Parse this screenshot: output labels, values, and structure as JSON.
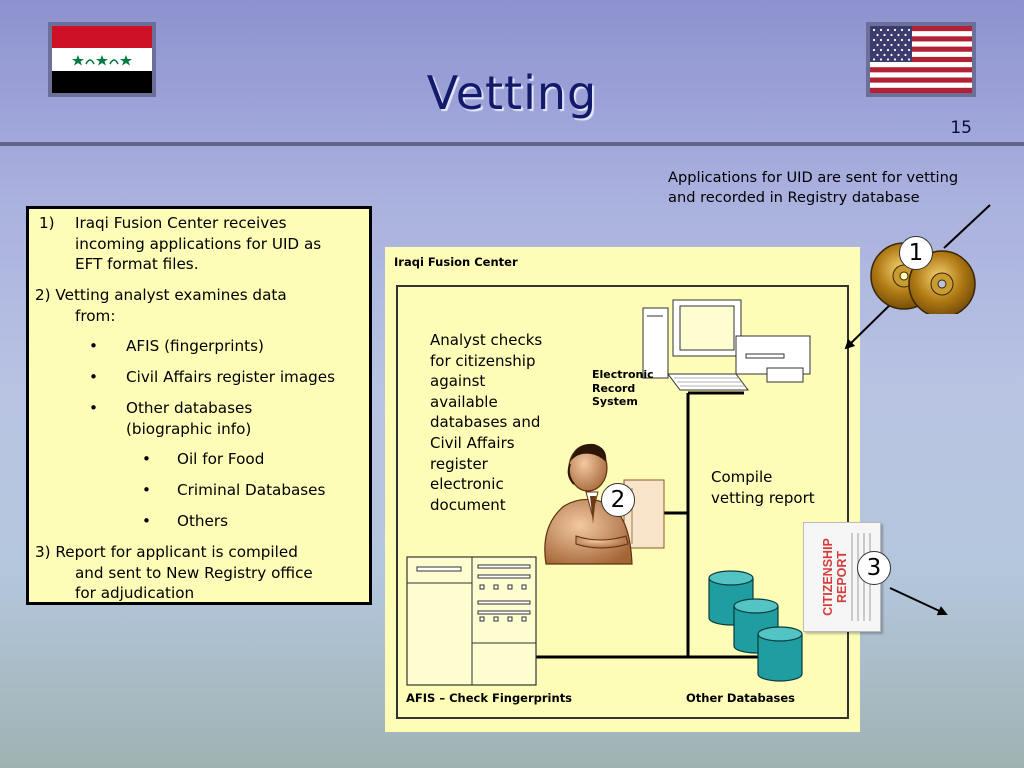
{
  "slide": {
    "title": "Vetting",
    "number": "15"
  },
  "note_top": {
    "lines": [
      "Applications for UID are sent for vetting",
      "and recorded in Registry database"
    ]
  },
  "steps": {
    "s1_marker": "1)",
    "s1_lines": [
      "Iraqi Fusion Center receives",
      "incoming applications for UID as",
      "EFT format files."
    ],
    "s2_lines": [
      "2) Vetting analyst examines data",
      "from:"
    ],
    "sources": [
      "AFIS (fingerprints)",
      "Civil Affairs register images",
      "Other databases",
      "(biographic info)"
    ],
    "sub_sources": [
      "Oil for Food",
      "Criminal Databases",
      "Others"
    ],
    "s3_lines": [
      "3) Report for applicant is compiled",
      "and sent to New Registry office",
      "for adjudication"
    ],
    "bullet": "•"
  },
  "diagram": {
    "panel_title": "Iraqi Fusion Center",
    "analyst_lines": [
      "Analyst checks",
      "for citizenship",
      "against",
      "available",
      "databases and",
      "Civil Affairs",
      "register",
      "electronic",
      "document"
    ],
    "ers_lines": [
      "Electronic",
      "Record",
      "System"
    ],
    "compile_lines": [
      "Compile",
      "vetting report"
    ],
    "report_lines": [
      "CITIZENSHIP",
      "REPORT"
    ],
    "afis_label": "AFIS – Check Fingerprints",
    "other_db_label": "Other Databases",
    "badges": [
      "1",
      "2",
      "3"
    ]
  },
  "colors": {
    "box_fill": "#fdfdb8",
    "title": "#141a6a",
    "db_teal": "#1f9da0",
    "report_red": "#d63c3c"
  },
  "icons": [
    "iraq-flag",
    "us-flag",
    "cd-discs-icon",
    "computer-icon",
    "analyst-clipart",
    "afis-cabinet-icon",
    "database-icon",
    "citizenship-report-icon"
  ]
}
